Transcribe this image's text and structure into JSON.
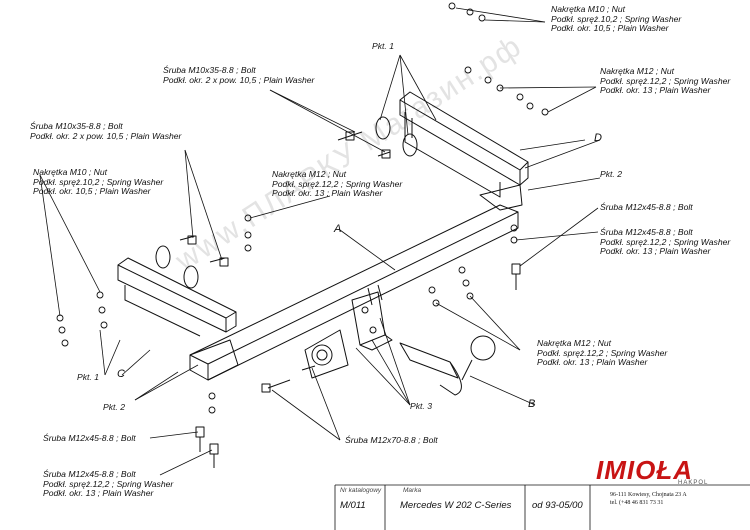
{
  "watermark": "www.ПЛАРКУ Магазин.рф",
  "labels": {
    "top_right_nut": [
      "Nakrętka M10 ; Nut",
      "Podkł. spręż.10,2 ; Spring Washer",
      "Podkł. okr. 10,5 ; Plain Washer"
    ],
    "right_nut_m12": [
      "Nakrętka M12 ; Nut",
      "Podkł. spręż.12,2 ; Spring Washer",
      "Podkł. okr. 13 ; Plain Washer"
    ],
    "bolt_m10_top": [
      "Śruba M10x35-8.8 ;  Bolt",
      "Podkł. okr. 2 x pow.  10,5 ; Plain Washer"
    ],
    "bolt_m10_left": [
      "Śruba M10x35-8.8 ;  Bolt",
      "Podkł. okr. 2 x pow.  10,5 ; Plain Washer"
    ],
    "left_nut_m10": [
      "Nakrętka M10 ; Nut",
      "Podkł. spręż.10,2 ; Spring Washer",
      "Podkł. okr. 10,5 ; Plain Washer"
    ],
    "center_nut_m12": [
      "Nakrętka M12 ; Nut",
      "Podkł. spręż.12,2 ; Spring Washer",
      "Podkł. okr. 13 ; Plain Washer"
    ],
    "right_bolt_m12": [
      "Śruba M12x45-8.8 ;  Bolt"
    ],
    "right_bolt_m12_b": [
      "Śruba M12x45-8.8 ;  Bolt",
      "Podkł. spręż.12,2 ; Spring Washer",
      "Podkł. okr. 13 ; Plain Washer"
    ],
    "lower_nut_m12": [
      "Nakrętka M12 ; Nut",
      "Podkł. spręż.12,2 ; Spring Washer",
      "Podkł. okr. 13 ; Plain Washer"
    ],
    "left_bolt_m12": [
      "Śruba M12x45-8.8 ;  Bolt"
    ],
    "left_bolt_m12_b": [
      "Śruba M12x45-8.8 ;  Bolt",
      "Podkł. spręż.12,2 ; Spring Washer",
      "Podkł. okr. 13 ; Plain Washer"
    ],
    "bolt_m12x70": [
      "Śruba M12x70-8.8 ;  Bolt"
    ]
  },
  "callouts": {
    "pkt1_top": "Pkt. 1",
    "pkt2_right": "Pkt. 2",
    "pkt1_left": "Pkt. 1",
    "pkt2_left": "Pkt. 2",
    "pkt3": "Pkt. 3",
    "A": "A",
    "B": "B",
    "C": "C",
    "D": "D"
  },
  "footer": {
    "catalog_label": "Nr katalogowy",
    "catalog_value": "M/011",
    "brand_label": "Marka",
    "brand_value": "Mercedes W 202 C-Series",
    "date_value": "od 93-05/00",
    "logo": "IMIOŁA",
    "logo_sub": "HAKPOL",
    "address": "96-111 Kowiesy, Chojnata 23 A",
    "phone": "tel. (+48 46 831 73 31"
  },
  "colors": {
    "line": "#111111",
    "logo": "#c81414",
    "watermark": "#e3e3e3"
  }
}
